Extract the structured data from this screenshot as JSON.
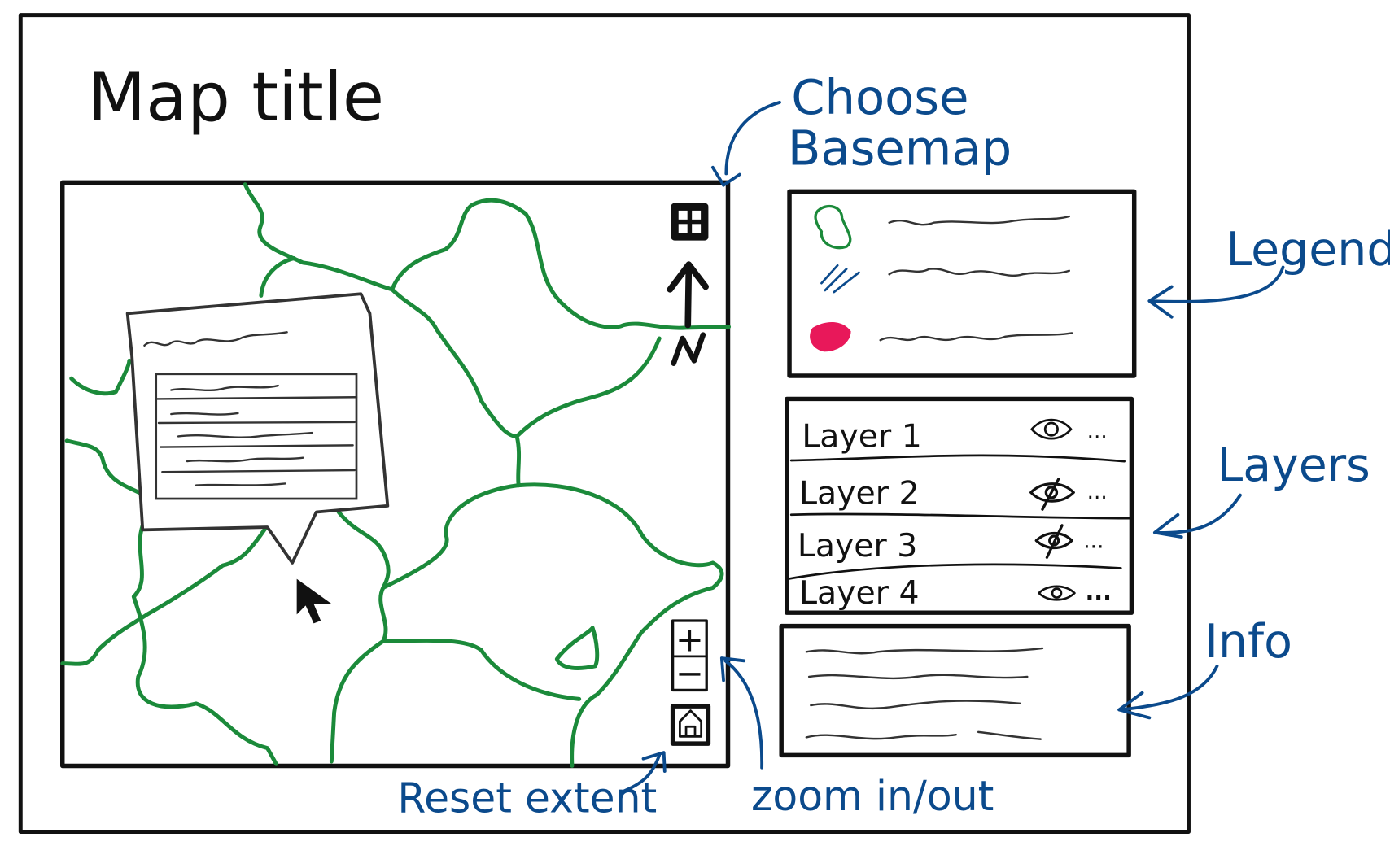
{
  "title": "Map title",
  "colors": {
    "frame": "#111111",
    "rivers": "#1b8a3a",
    "annotations": "#0b4a8c",
    "legend_fill": "#e8185a",
    "popup_stroke": "#333333"
  },
  "map": {
    "controls": {
      "basemap_icon": "basemap-grid-icon",
      "north_arrow_label": "N",
      "zoom_in_label": "+",
      "zoom_out_label": "−",
      "home_icon": "home-icon"
    },
    "popup": {
      "icon": "popup-info-box"
    },
    "cursor_icon": "cursor-arrow-icon"
  },
  "legend": {
    "items": [
      {
        "symbol": "green-outline-polygon"
      },
      {
        "symbol": "hatch-lines"
      },
      {
        "symbol": "pink-fill"
      }
    ]
  },
  "layers": {
    "items": [
      {
        "label": "Layer 1",
        "visible": true,
        "menu": "..."
      },
      {
        "label": "Layer 2",
        "visible": false,
        "menu": "..."
      },
      {
        "label": "Layer 3",
        "visible": false,
        "menu": "..."
      },
      {
        "label": "Layer 4",
        "visible": true,
        "menu": "..."
      }
    ]
  },
  "annotations": {
    "choose_line1": "Choose",
    "choose_line2": "Basemap",
    "legend": "Legend",
    "layers": "Layers",
    "info": "Info",
    "reset_extent": "Reset extent",
    "zoom_in_out": "zoom in/out"
  }
}
